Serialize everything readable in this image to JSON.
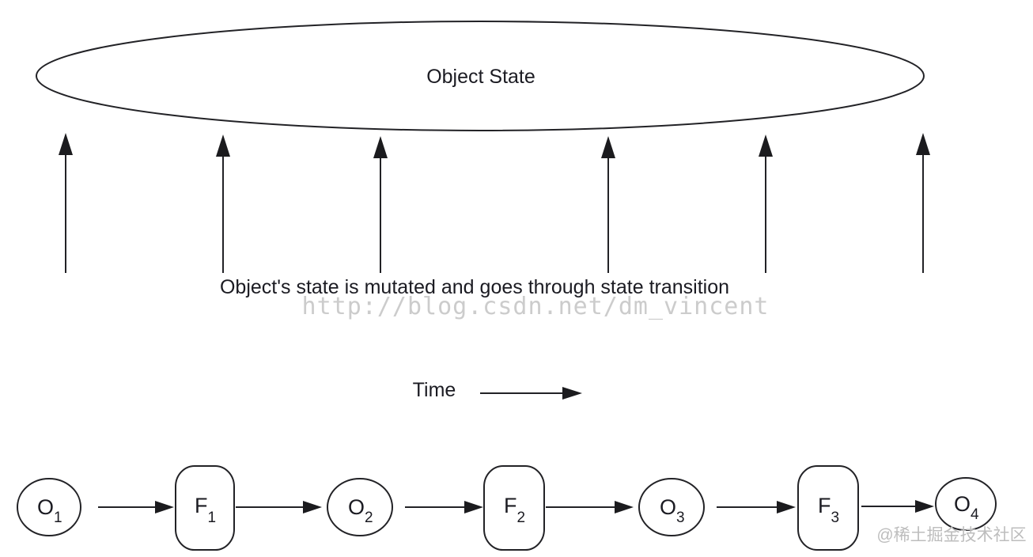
{
  "colors": {
    "ink": "#222226",
    "watermark_url": "#cccccc",
    "watermark_community": "#bdbdbd",
    "background": "#ffffff"
  },
  "object_state": {
    "label": "Object State"
  },
  "caption": "Object's state is mutated and goes through state transition",
  "time": {
    "label": "Time"
  },
  "flow": {
    "nodes": [
      {
        "label": "O",
        "sub": "1",
        "type": "object"
      },
      {
        "label": "F",
        "sub": "1",
        "type": "function"
      },
      {
        "label": "O",
        "sub": "2",
        "type": "object"
      },
      {
        "label": "F",
        "sub": "2",
        "type": "function"
      },
      {
        "label": "O",
        "sub": "3",
        "type": "object"
      },
      {
        "label": "F",
        "sub": "3",
        "type": "function"
      },
      {
        "label": "O",
        "sub": "4",
        "type": "object"
      }
    ]
  },
  "watermarks": {
    "url": "http://blog.csdn.net/dm_vincent",
    "community": "@稀土掘金技术社区"
  }
}
